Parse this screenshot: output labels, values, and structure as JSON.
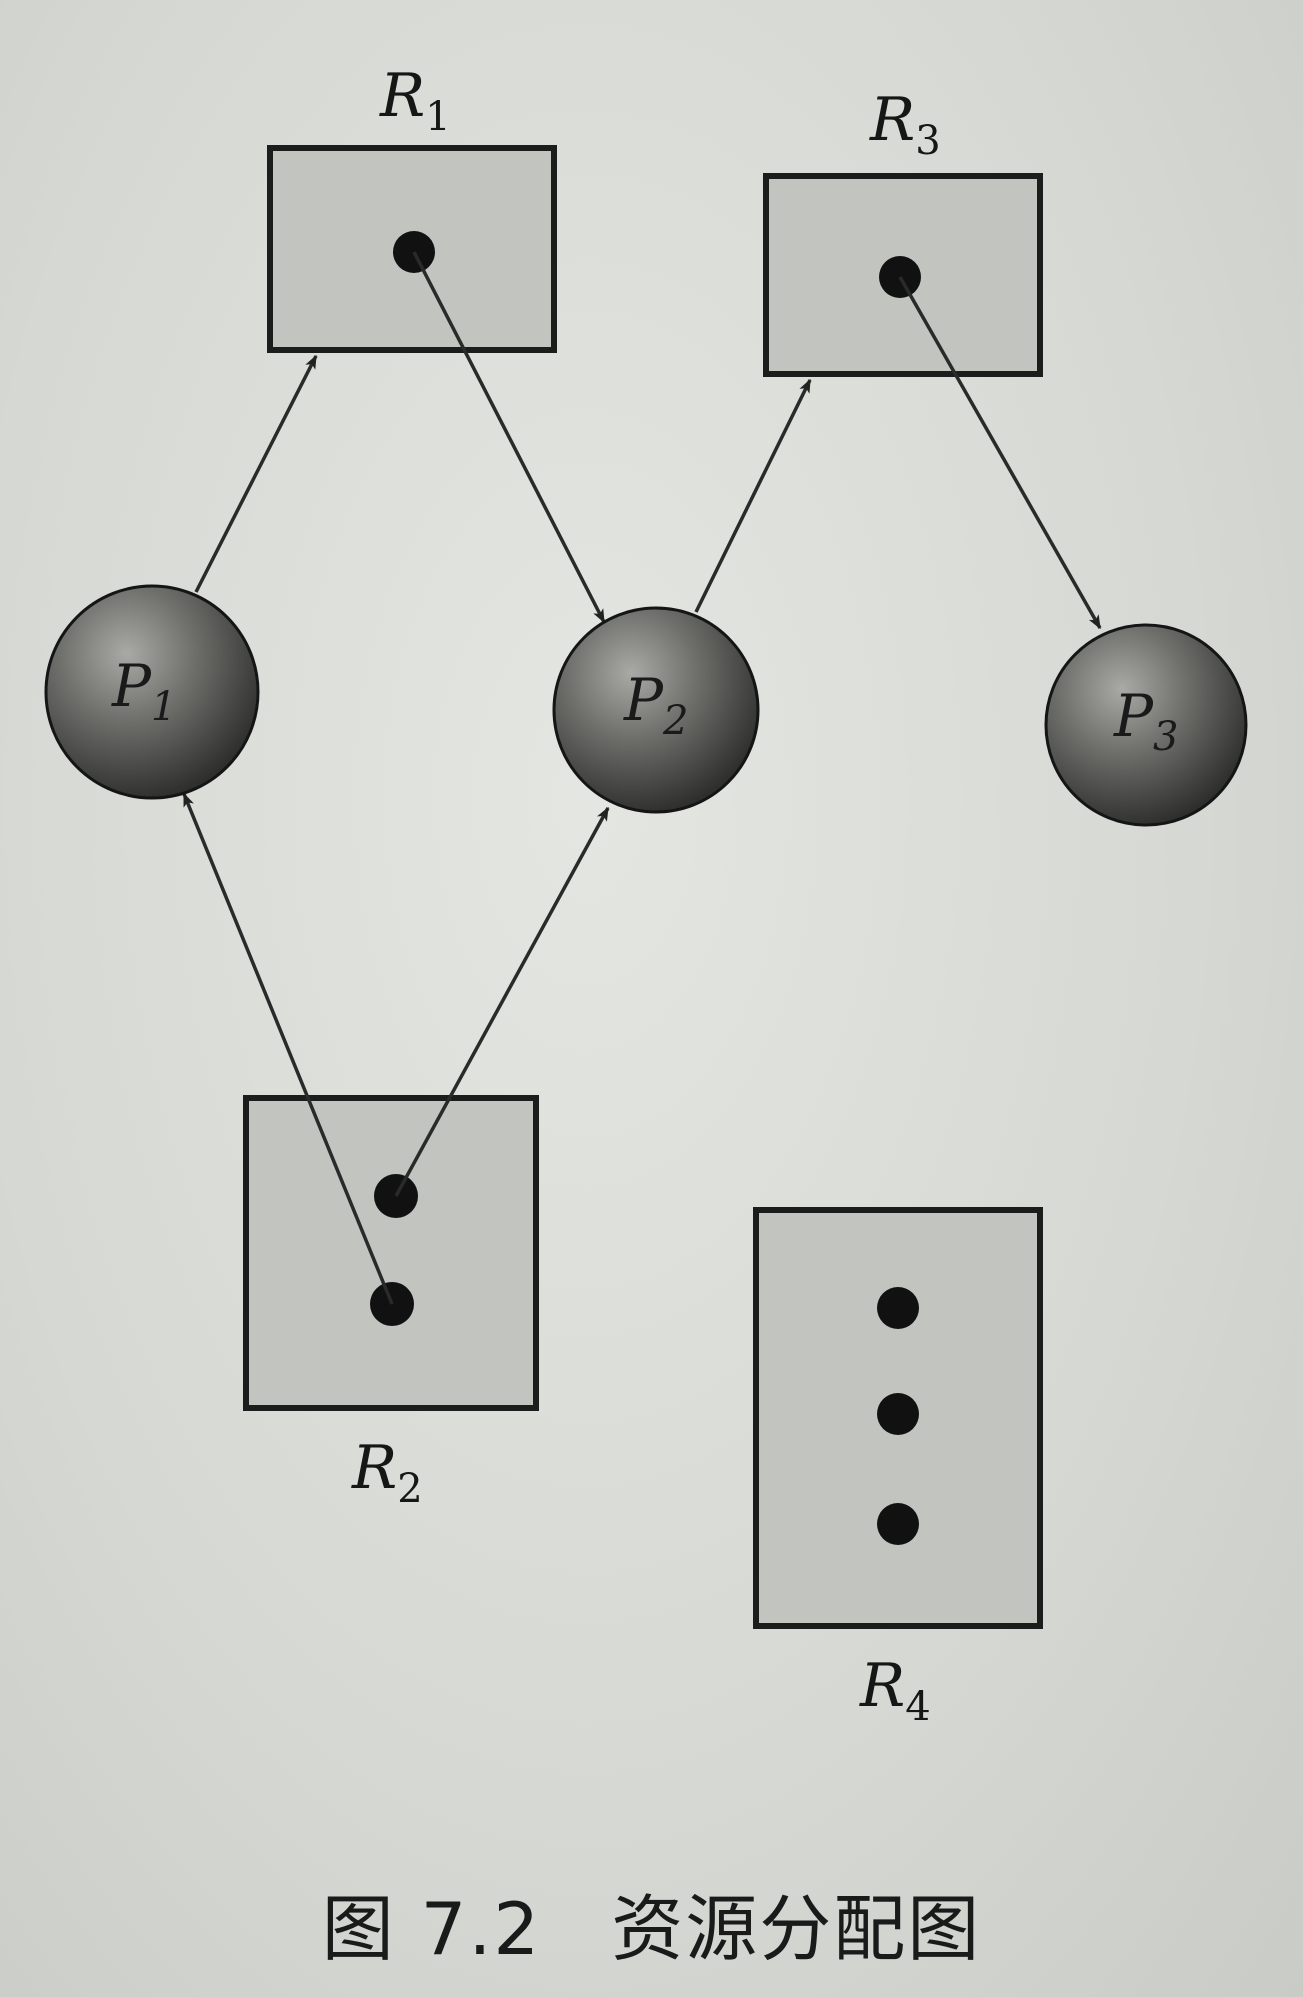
{
  "caption": {
    "number": "图 7.2",
    "title": "资源分配图"
  },
  "resources": [
    {
      "id": "R1",
      "letter": "R",
      "sub": "1",
      "instances": 1
    },
    {
      "id": "R2",
      "letter": "R",
      "sub": "2",
      "instances": 2
    },
    {
      "id": "R3",
      "letter": "R",
      "sub": "3",
      "instances": 1
    },
    {
      "id": "R4",
      "letter": "R",
      "sub": "4",
      "instances": 3
    }
  ],
  "processes": [
    {
      "id": "P1",
      "letter": "P",
      "sub": "1"
    },
    {
      "id": "P2",
      "letter": "P",
      "sub": "2"
    },
    {
      "id": "P3",
      "letter": "P",
      "sub": "3"
    }
  ],
  "edges": [
    {
      "from": "P1",
      "to": "R1",
      "kind": "request"
    },
    {
      "from": "R1",
      "to": "P2",
      "kind": "assignment"
    },
    {
      "from": "P2",
      "to": "R3",
      "kind": "request"
    },
    {
      "from": "R3",
      "to": "P3",
      "kind": "assignment"
    },
    {
      "from": "R2",
      "to": "P1",
      "kind": "assignment"
    },
    {
      "from": "R2",
      "to": "P2",
      "kind": "assignment"
    }
  ],
  "colors": {
    "background": "#d9dbd7",
    "box_fill": "#c2c4c0",
    "ink": "#1c1c1c"
  }
}
